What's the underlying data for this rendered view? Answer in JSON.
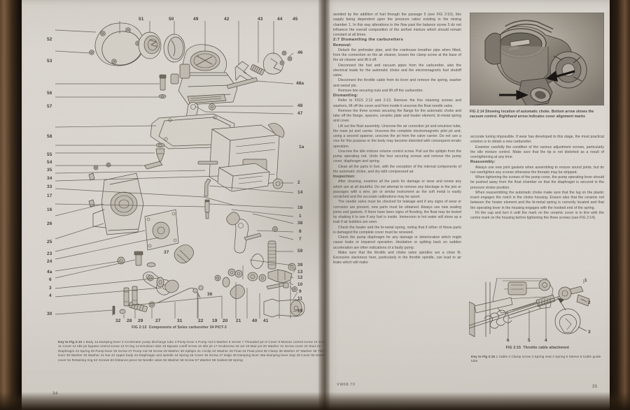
{
  "document": {
    "type": "workshop-manual-scan",
    "footer_code": "VW68.70",
    "left_page_number": "34",
    "right_page_number": "35"
  },
  "left_page": {
    "figure": {
      "caption_fig": "FIG 2:13",
      "caption_text": "Components of Solex carburetter 34 PICT-3",
      "callout_numbers_top": [
        "51",
        "50",
        "49",
        "42",
        "43",
        "44",
        "45"
      ],
      "callout_numbers_left": [
        "52",
        "53",
        "56",
        "57",
        "58",
        "55",
        "54",
        "35",
        "34",
        "33",
        "17",
        "16",
        "26",
        "25",
        "23",
        "24",
        "4a",
        "6",
        "3",
        "4",
        "30"
      ],
      "callout_numbers_right": [
        "46",
        "48a",
        "48",
        "47",
        "1a",
        "2",
        "14",
        "18",
        "1",
        "38",
        "8",
        "7",
        "59",
        "39",
        "13",
        "12",
        "10",
        "9",
        "11",
        "15"
      ],
      "callout_numbers_bottom": [
        "32",
        "28",
        "29",
        "27",
        "31",
        "22",
        "19",
        "20",
        "21",
        "40",
        "41"
      ],
      "callout_numbers_inner": [
        "37",
        "36"
      ]
    },
    "key": {
      "title": "Key to Fig 2:13",
      "entries": [
        "1 Body",
        "1a Damping lever",
        "2 Accelerator pump discharge tube",
        "3 Pump lever",
        "4 Pump rod",
        "5 Washer",
        "6 Screw",
        "7 Threaded pin",
        "8 Cover",
        "9 Mixture control screw",
        "10 O-ring",
        "11 Cover",
        "12 Idle jet bypass control screw",
        "13 O-ring",
        "14 Emulsion tube",
        "15 Bypass cutoff screw",
        "16 Idle jet",
        "17 Grubscrew",
        "18 Jet",
        "19 Main jet",
        "20 Washer",
        "21 Screw cover",
        "22 Stud",
        "23 Diaphragm",
        "24 Spring",
        "25 Pump lever",
        "26 Screw",
        "27 Pump rod",
        "28 Screw",
        "29 Washer",
        "30 Splitpin",
        "31 Circlip",
        "32 Washer",
        "33 Float",
        "34 Float pivot",
        "35 Clamp",
        "36 Washer",
        "37 Washer",
        "38 Throttle lever",
        "39 Washer",
        "40 Washer",
        "41 Nut",
        "42 Upper body",
        "43 Diaphragm and spindle",
        "44 Spring",
        "45 Cover",
        "46 Screw",
        "47 Edge",
        "48 Damping lever",
        "48a Damping lever stop",
        "49 Cover",
        "50 Starter cover",
        "51 Retaining ring",
        "52 Screws",
        "53 Distance piece",
        "54 Needle valve",
        "55 Washer",
        "56 Screw",
        "57 Washer",
        "58 Gasket",
        "59 Spring"
      ]
    }
  },
  "right_page": {
    "col1": {
      "intro": "avoided by the addition of fuel through the passage 5 (see FIG 2:10), this supply being dependent upon the pressure ratios existing in the mixing chamber 1. In this way alterations in the flow past the balance screw 3 do not influence the overall composition of the air/fuel mixture which should remain constant at all times.",
      "section_number": "2:7",
      "section_title": "Dismantling the carburetters",
      "removal_heading": "Removal:",
      "removal_paras": [
        "Detach the preheater pipe, and the crankcase breather pipe when fitted, from the connection on the air cleaner, loosen the clamp screw at the base of the air cleaner and lift it off.",
        "Disconnect the fuel and vacuum pipes from the carburetter, also the electrical leads for the automatic choke and the electromagnetic fuel shutoff valve.",
        "Disconnect the throttle cable from its lever and remove the spring, washer and swivel pin.",
        "Remove two securing nuts and lift off the carburetter."
      ],
      "dismantling_heading": "Dismantling:",
      "dismantling_paras": [
        "Refer to FIGS 2:12 and 2:13. Remove the five retaining screws and washers, lift off the cover and from inside it unscrew the float needle valve.",
        "Remove the three screws securing the flange for the automatic choke and take off the flange, spacers, ceramic plate and heater element, bi-metal spring and cover.",
        "Lift out the float assembly. Unscrew the air correction jet and emulsion tube, the main jet and carrier. Unscrew the complete electromagnetic pilot jet and, using a second spanner, unscrew the jet from the valve carrier. Do not use a vice for this purpose or the body may become distorted with consequent erratic operation.",
        "Unscrew the idle mixture volume control screw. Pull out the splitpin from the pump operating rod. Undo the four securing screws and remove the pump cover, diaphragm and spring.",
        "Clean all the parts in fuel, with the exception of the internal components of the automatic choke, and dry with compressed air."
      ],
      "inspection_heading": "Inspection:",
      "inspection_paras": [
        "After cleaning, examine all the parts for damage or wear and renew any which are at all doubtful. Do not attempt to remove any blockage in the jets or passages with a wire, pin or similar instrument as the soft metal is easily scratched and the accurate calibrations may be upset.",
        "The needle valve must be checked for leakage and if any signs of wear or corrosion are present, new parts must be obtained. Always use new sealing joints and gaskets. If there have been signs of flooding, the float may be tested by shaking it to see if any fuel is inside. Immersion in hot water will show up a leak if air bubbles are seen.",
        "Check the heater and the bi-metal spring, noting that if either of these parts is damaged the complete cover must be renewed.",
        "Check the pump diaphragm for any damage or deterioration which might cause leaks or impaired operation. Hesitation or spitting back on sudden acceleration are often indications of a faulty pump.",
        "Make sure that the throttle and choke valve spindles are a close fit. Excessive slackness here, particularly in the throttle spindle, can lead to air leaks which will make"
      ]
    },
    "col2": {
      "continuation": "accurate tuning impossible. If wear has developed to this stage, the most practical solution is to obtain a new carburetter.",
      "para2": "Examine carefully the condition of the various adjustment screws, particularly the idle mixture control. Make sure that the tip is not distorted as a result of overtightening at any time.",
      "reassembly_heading": "Reassembly:",
      "reassembly_paras": [
        "Always use new joint gaskets when assembling to ensure sound joints, but do not overtighten any screws otherwise the threads may be stripped.",
        "When tightening the screws of the pump cover, the pump operating lever should be pushed away from the float chamber so that the diaphragm is secured in the pressure stroke position.",
        "When reassembling the automatic choke make sure that the lug on the plastic insert engages the notch in the choke housing. Ensure also that the ceramic rod between the heater element and the bi-metal spring is correctly located and that the operating lever in the housing engages with the hooked end of the spring.",
        "Fit the cap and turn it until the mark on the ceramic cover is in line with the centre mark on the housing before tightening the three screws (see FIG 2:14)."
      ]
    },
    "fig214": {
      "caption": "FIG 2:14 Showing location of automatic choke. Bottom arrow shows the vacuum control. Righthand arrow indicates cover alignment marks"
    },
    "fig215": {
      "caption_fig": "FIG 2:15",
      "caption_text": "Throttle cable attachment",
      "callouts": [
        "1",
        "2",
        "3",
        "4",
        "5",
        "6"
      ],
      "key_title": "Key to Fig 2:15",
      "key_entries": [
        "1 Cable",
        "2 Clamp screw",
        "3 Spring seat",
        "4 Spring",
        "5 Sleeve",
        "6 Cable guide tube"
      ]
    }
  }
}
